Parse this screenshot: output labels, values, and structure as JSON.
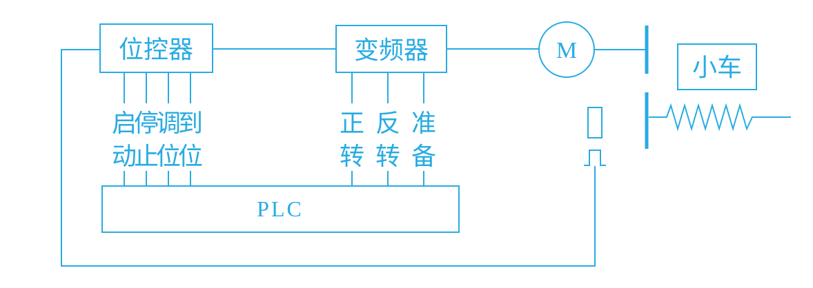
{
  "blocks": {
    "position_controller": "位控器",
    "inverter": "变频器",
    "motor": "M",
    "cart": "小车",
    "plc": "PLC"
  },
  "signals": {
    "left": [
      {
        "top": "启",
        "bottom": "动"
      },
      {
        "top": "停",
        "bottom": "止"
      },
      {
        "top": "调",
        "bottom": "位"
      },
      {
        "top": "到",
        "bottom": "位"
      }
    ],
    "right": [
      {
        "top": "正",
        "bottom": "转"
      },
      {
        "top": "反",
        "bottom": "转"
      },
      {
        "top": "准",
        "bottom": "备"
      }
    ]
  },
  "symbols": {
    "coupling": "coupling-bar",
    "lead_screw": "zigzag-screw",
    "encoder": "encoder-box",
    "pulse": "pulse-waveform"
  },
  "colors": {
    "line": "#29abe2",
    "background": "#ffffff"
  }
}
